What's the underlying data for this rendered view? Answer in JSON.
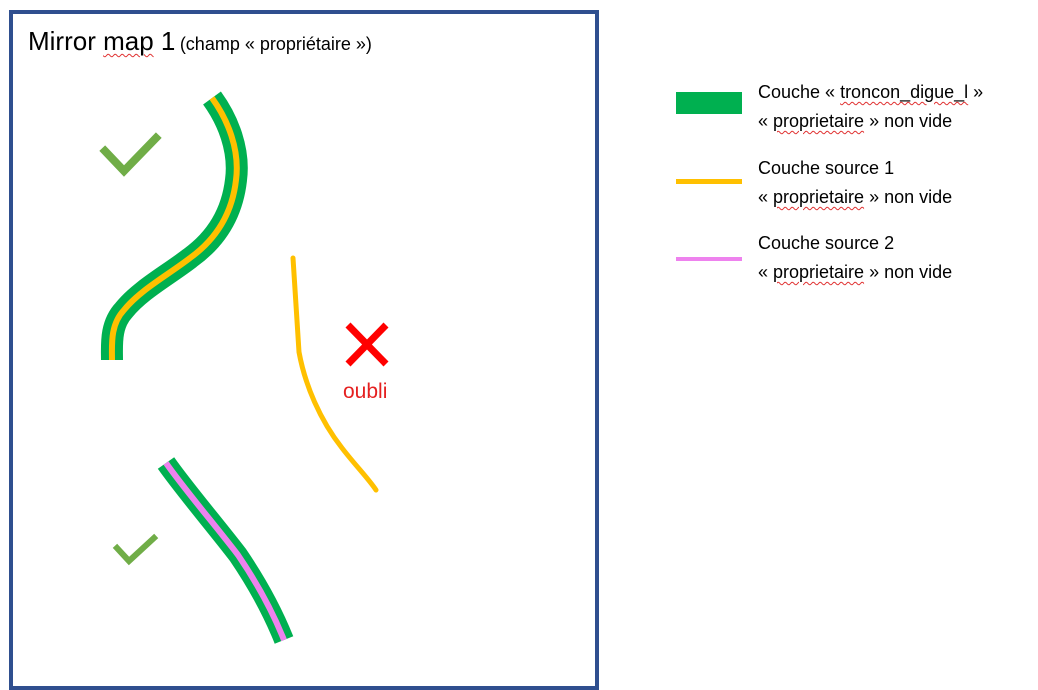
{
  "map": {
    "title": "Mirror map 1",
    "title_underlined_word": "map",
    "subtitle": "(champ « propriétaire »)",
    "missed_label": "oubli",
    "icons": {
      "check_upper": "check-icon",
      "check_lower": "check-icon",
      "cross": "cross-icon"
    }
  },
  "legend": [
    {
      "line1_prefix": "Couche « ",
      "line1_term": "troncon_digue_l",
      "line1_suffix": " »",
      "line2_prefix": "« ",
      "line2_term": "proprietaire",
      "line2_suffix": " » non vide",
      "swatch_color": "#00b050"
    },
    {
      "line1_prefix": "Couche source 1",
      "line1_term": "",
      "line1_suffix": "",
      "line2_prefix": "« ",
      "line2_term": "proprietaire",
      "line2_suffix": " » non vide",
      "swatch_color": "#ffc000"
    },
    {
      "line1_prefix": "Couche source 2",
      "line1_term": "",
      "line1_suffix": "",
      "line2_prefix": "« ",
      "line2_term": "proprietaire",
      "line2_suffix": " » non vide",
      "swatch_color": "#ee82ee"
    }
  ],
  "colors": {
    "frame": "#2f4f8f",
    "digue": "#00b050",
    "source1": "#ffc000",
    "source2": "#ee82ee",
    "check": "#70ad47",
    "cross": "#ff0000"
  }
}
